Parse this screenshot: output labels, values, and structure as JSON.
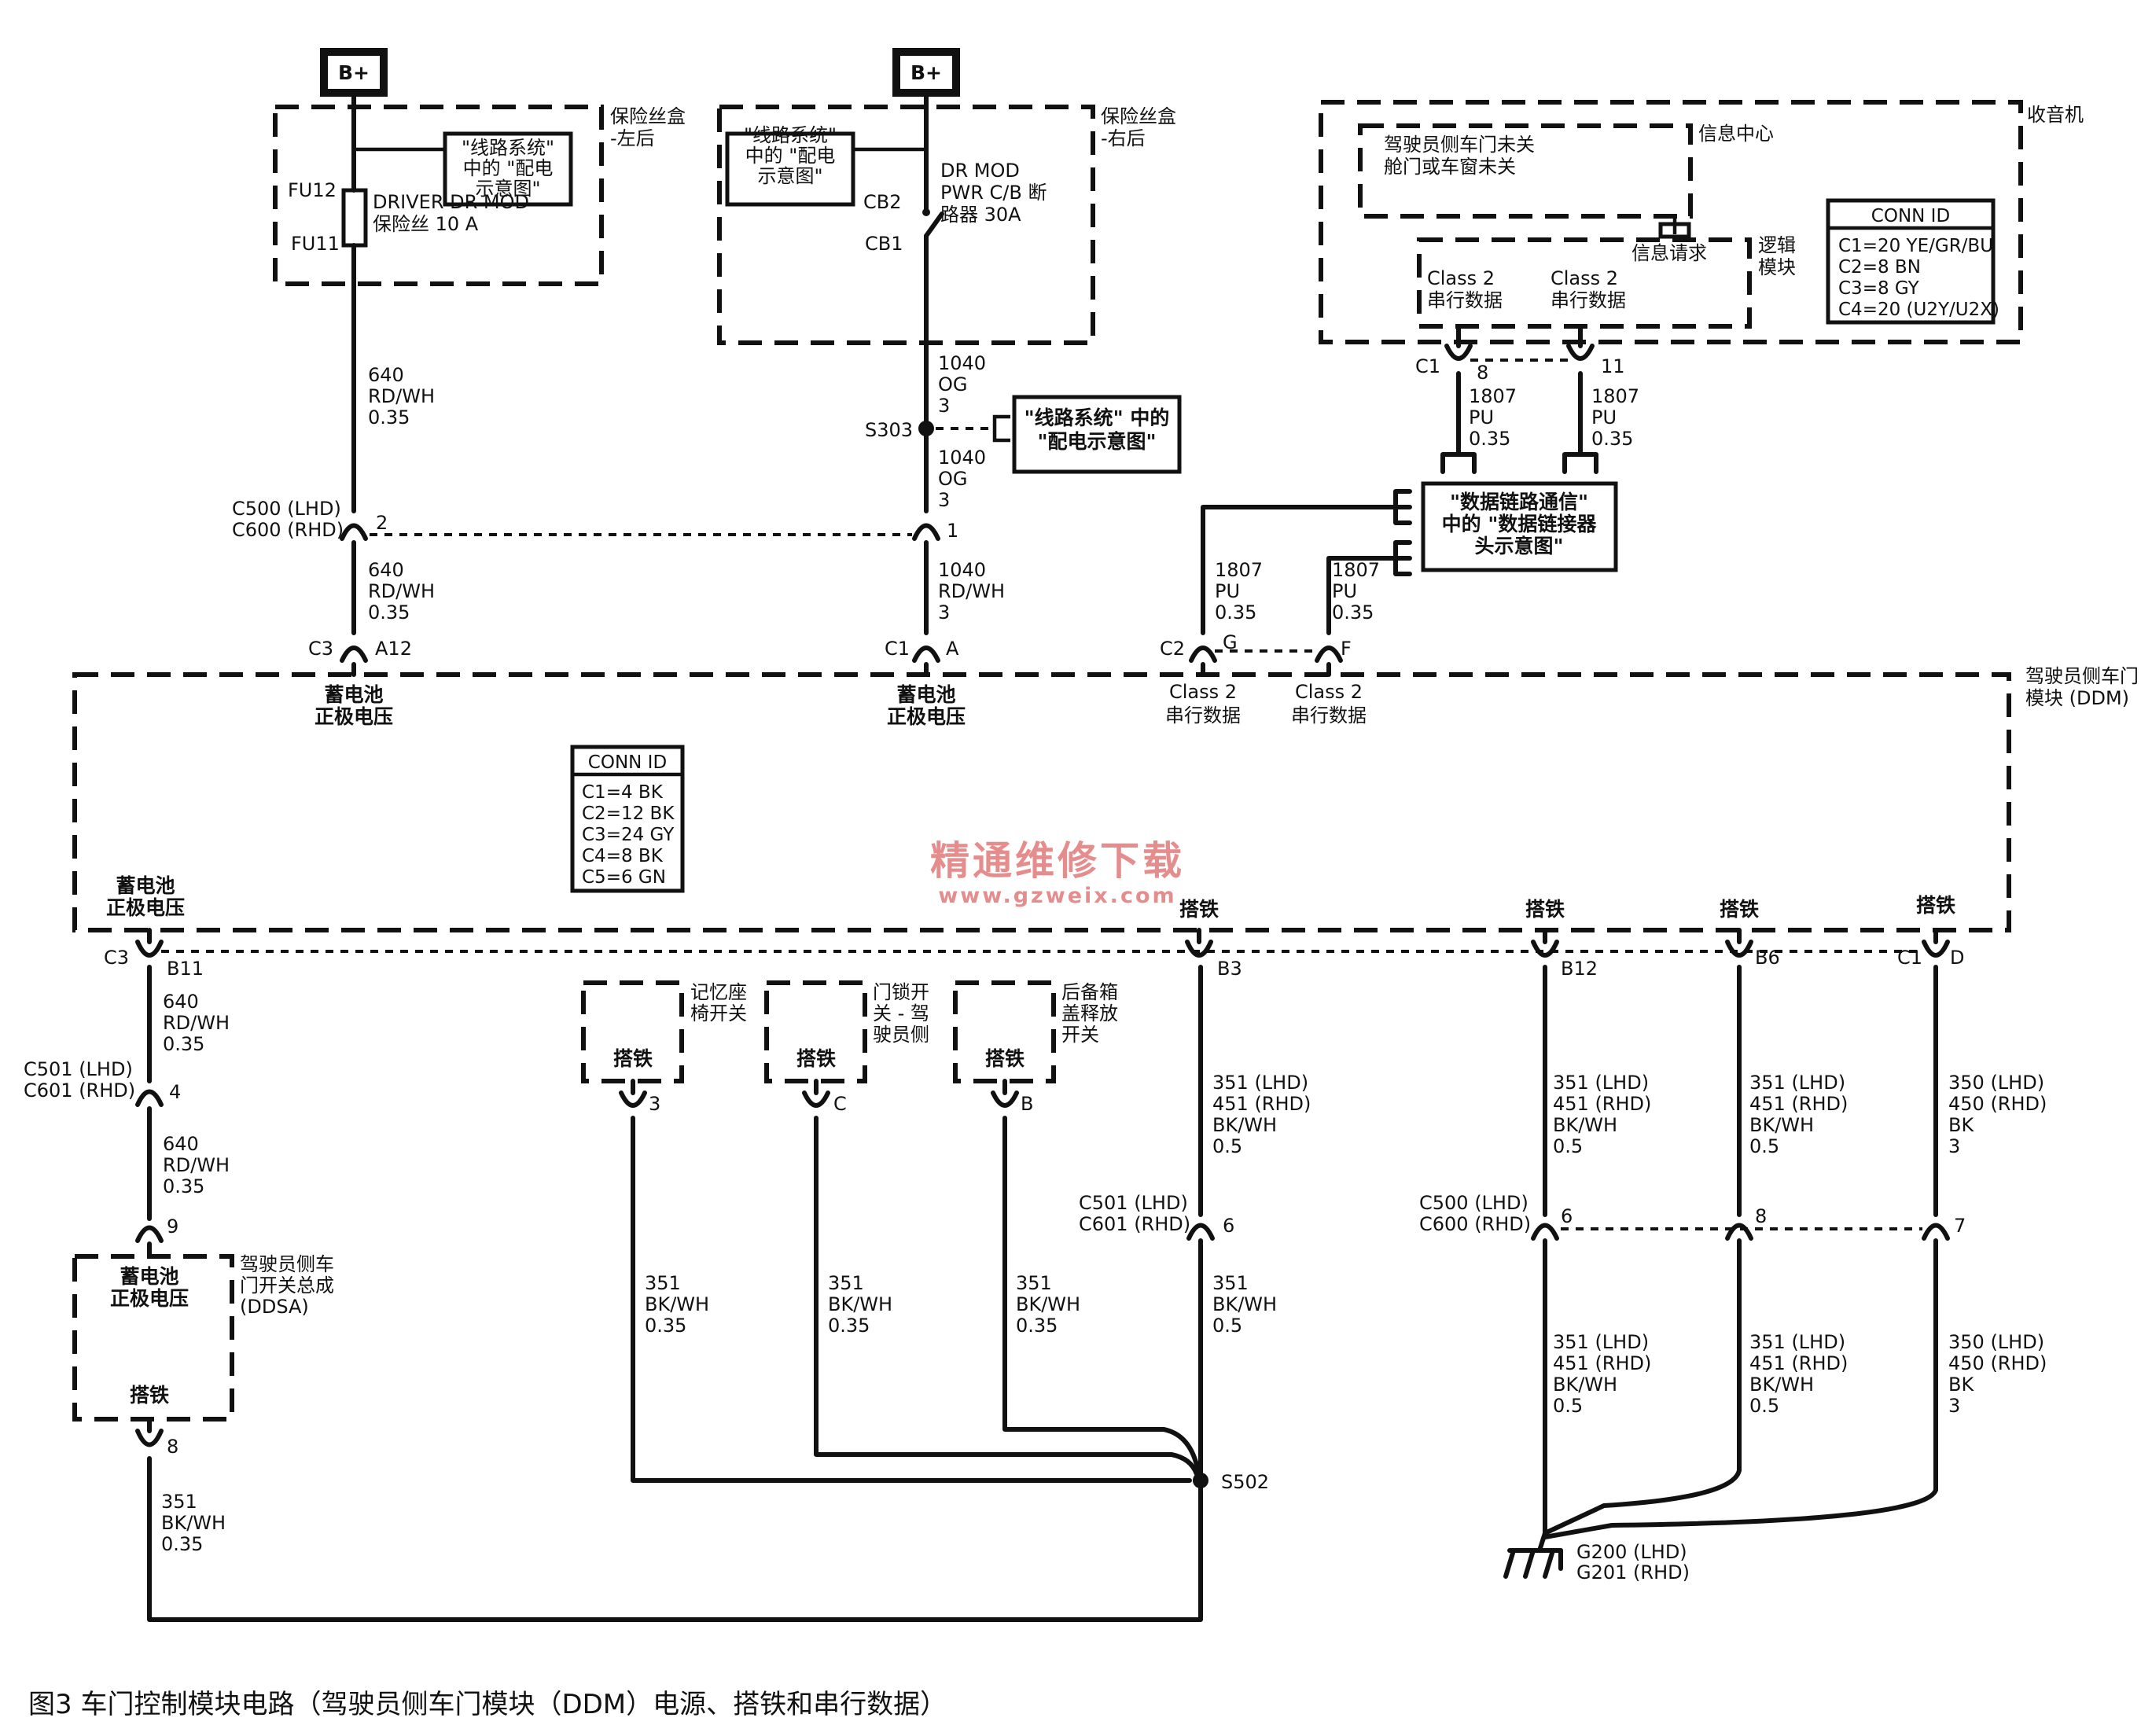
{
  "batt": [
    "B+",
    "B+"
  ],
  "fuse_block_left": {
    "title": [
      "保险丝盒",
      "-左后"
    ],
    "ref": [
      "\"线路系统\"",
      "中的 \"配电",
      "示意图\""
    ],
    "fuse_top": "FU12",
    "fuse_bottom": "FU11",
    "fuse_label": [
      "DRIVER DR MOD",
      "保险丝 10 A"
    ]
  },
  "fuse_block_right": {
    "title": [
      "保险丝盒",
      "-右后"
    ],
    "ref": [
      "\"线路系统\"",
      "中的 \"配电",
      "示意图\""
    ],
    "cb_top": "CB2",
    "cb_bottom": "CB1",
    "cb_label": [
      "DR MOD",
      "PWR C/B 断",
      "路器 30A"
    ]
  },
  "radio": {
    "title": "收音机",
    "info_center": "信息中心",
    "info_text": [
      "驾驶员侧车门未关",
      "舱门或车窗未关"
    ],
    "info_req": "信息请求",
    "logic_block": [
      "逻辑",
      "模块"
    ],
    "class2_a": [
      "Class 2",
      "串行数据"
    ],
    "class2_b": [
      "Class 2",
      "串行数据"
    ],
    "conn_title": "CONN ID",
    "conn_lines": [
      "C1=20 YE/GR/BU",
      "C2=8 BN",
      "C3=8 GY",
      "C4=20 (U2Y/U2X)"
    ],
    "c1": "C1",
    "pin_a": "8",
    "pin_b": "11"
  },
  "splice_s303": {
    "name": "S303",
    "ref": [
      "\"线路系统\" 中的",
      "\"配电示意图\""
    ]
  },
  "dlc_ref": [
    "\"数据链路通信\"",
    "中的 \"数据链接器",
    "头示意图\""
  ],
  "wires": {
    "w640_top": [
      "640",
      "RD/WH",
      "0.35"
    ],
    "w640_mid": [
      "640",
      "RD/WH",
      "0.35"
    ],
    "w1040_a": [
      "1040",
      "OG",
      "3"
    ],
    "w1040_b": [
      "1040",
      "OG",
      "3"
    ],
    "w1040_c": [
      "1040",
      "RD/WH",
      "3"
    ],
    "w1807_a": [
      "1807",
      "PU",
      "0.35"
    ],
    "w1807_b": [
      "1807",
      "PU",
      "0.35"
    ],
    "w1807_c": [
      "1807",
      "PU",
      "0.35"
    ],
    "w1807_d": [
      "1807",
      "PU",
      "0.35"
    ],
    "w640_low1": [
      "640",
      "RD/WH",
      "0.35"
    ],
    "w640_low2": [
      "640",
      "RD/WH",
      "0.35"
    ],
    "w351_ddsa": [
      "351",
      "BK/WH",
      "0.35"
    ],
    "w351_s1": [
      "351",
      "BK/WH",
      "0.35"
    ],
    "w351_s2": [
      "351",
      "BK/WH",
      "0.35"
    ],
    "w351_s3": [
      "351",
      "BK/WH",
      "0.35"
    ],
    "w351_b3_top": [
      "351 (LHD)",
      "451 (RHD)",
      "BK/WH",
      "0.5"
    ],
    "w351_b3_low": [
      "351",
      "BK/WH",
      "0.5"
    ],
    "w351_b12_top": [
      "351 (LHD)",
      "451 (RHD)",
      "BK/WH",
      "0.5"
    ],
    "w351_b12_low": [
      "351 (LHD)",
      "451 (RHD)",
      "BK/WH",
      "0.5"
    ],
    "w351_b6_top": [
      "351 (LHD)",
      "451 (RHD)",
      "BK/WH",
      "0.5"
    ],
    "w351_b6_low": [
      "351 (LHD)",
      "451 (RHD)",
      "BK/WH",
      "0.5"
    ],
    "w350_top": [
      "350 (LHD)",
      "450 (RHD)",
      "BK",
      "3"
    ],
    "w350_low": [
      "350 (LHD)",
      "450 (RHD)",
      "BK",
      "3"
    ]
  },
  "connectors": {
    "c500_top": [
      "C500 (LHD)",
      "C600 (RHD)"
    ],
    "c500_top_pin_a": "2",
    "c500_top_pin_b": "1",
    "ddm_c3_top": "C3",
    "ddm_c3_top_pin": "A12",
    "ddm_c1_top": "C1",
    "ddm_c1_top_pin": "A",
    "ddm_c2": "C2",
    "ddm_c2_pin_g": "G",
    "ddm_c2_pin_f": "F",
    "ddm_c3_low": "C3",
    "ddm_c3_low_pin": "B11",
    "ddm_pin_b3": "B3",
    "ddm_pin_b12": "B12",
    "ddm_pin_b6": "B6",
    "ddm_c1_low": "C1",
    "ddm_c1_low_pin": "D",
    "c501_left": [
      "C501 (LHD)",
      "C601 (RHD)"
    ],
    "c501_left_pin": "4",
    "c501_mid": [
      "C501 (LHD)",
      "C601 (RHD)"
    ],
    "c501_mid_pin": "6",
    "c500_low": [
      "C500 (LHD)",
      "C600 (RHD)"
    ],
    "c500_low_pin_a": "6",
    "c500_low_pin_b": "8",
    "c500_low_pin_c": "7",
    "ddsa_pin_top": "9",
    "ddsa_pin_bottom": "8",
    "sw1_pin": "3",
    "sw2_pin": "C",
    "sw3_pin": "B"
  },
  "ddm": {
    "title": [
      "驾驶员侧车门",
      "模块 (DDM)"
    ],
    "batt_a": [
      "蓄电池",
      "正极电压"
    ],
    "batt_b": [
      "蓄电池",
      "正极电压"
    ],
    "class2_g": [
      "Class 2",
      "串行数据"
    ],
    "class2_f": [
      "Class 2",
      "串行数据"
    ],
    "batt_low": [
      "蓄电池",
      "正极电压"
    ],
    "gnd_b3": "搭铁",
    "gnd_b12": "搭铁",
    "gnd_b6": "搭铁",
    "gnd_d": "搭铁",
    "conn_title": "CONN ID",
    "conn_lines": [
      "C1=4 BK",
      "C2=12 BK",
      "C3=24 GY",
      "C4=8 BK",
      "C5=6 GN"
    ]
  },
  "switches": {
    "mem": [
      "记忆座",
      "椅开关"
    ],
    "lock": [
      "门锁开",
      "关 - 驾",
      "驶员侧"
    ],
    "trunk": [
      "后备箱",
      "盖释放",
      "开关"
    ],
    "gnd_label": "搭铁"
  },
  "ddsa": {
    "title": [
      "驾驶员侧车",
      "门开关总成",
      "(DDSA)"
    ],
    "batt": [
      "蓄电池",
      "正极电压"
    ],
    "gnd": "搭铁"
  },
  "splice_s502": "S502",
  "ground": [
    "G200 (LHD)",
    "G201 (RHD)"
  ],
  "watermark": [
    "精通维修下载",
    "www.gzweix.com"
  ],
  "caption": "图3  车门控制模块电路（驾驶员侧车门模块（DDM）电源、搭铁和串行数据）"
}
